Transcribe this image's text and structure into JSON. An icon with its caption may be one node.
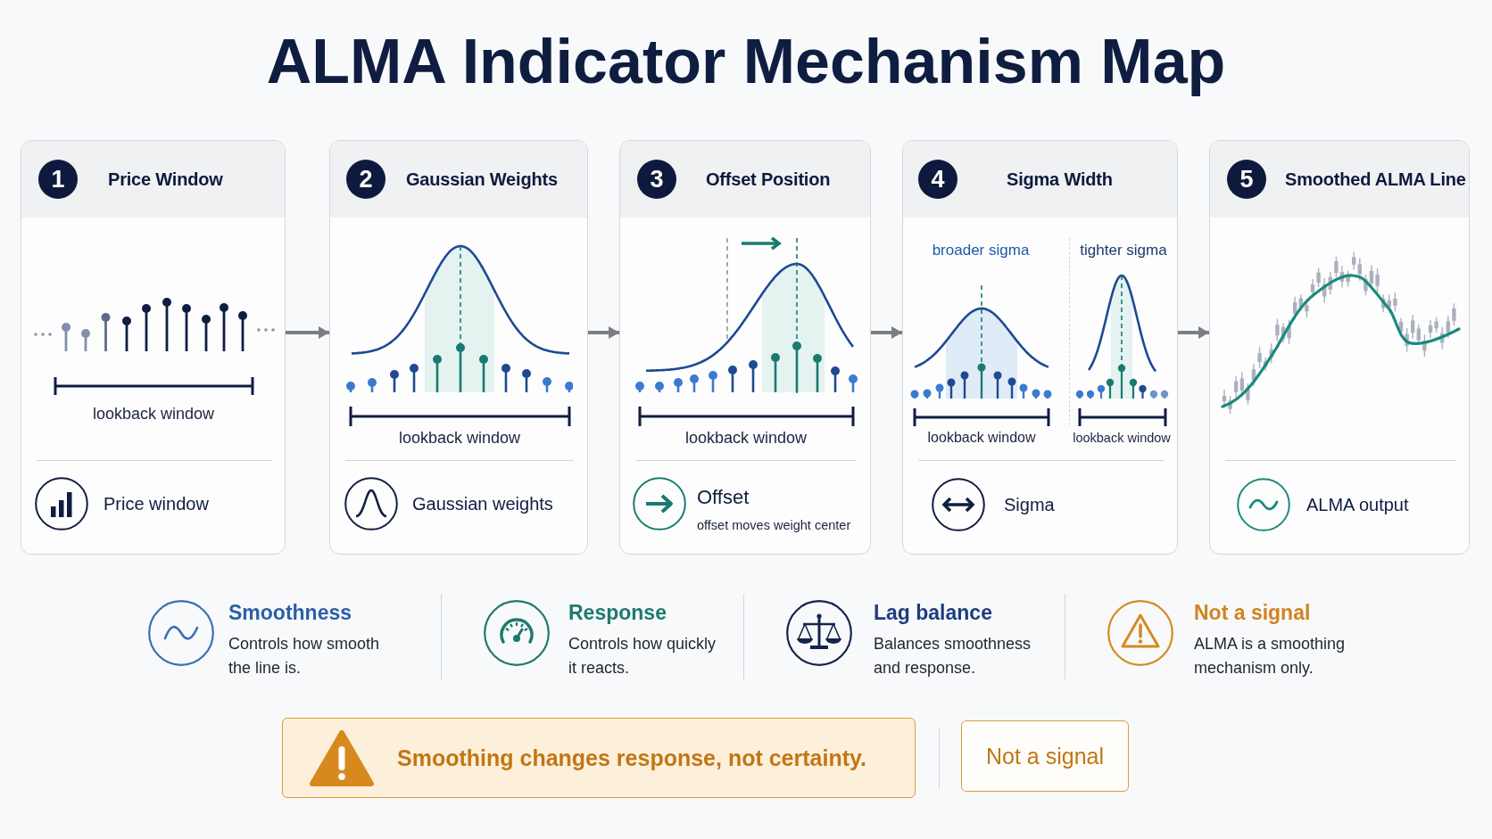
{
  "diagram": {
    "title": "ALMA Indicator Mechanism Map",
    "nodes": [
      {
        "text": [
          "1",
          "Price Window",
          "lookback window",
          "Price window"
        ]
      },
      {
        "text": [
          "2",
          "Gaussian Weights",
          "lookback window",
          "Gaussian weights"
        ]
      },
      {
        "text": [
          "3",
          "Offset Position",
          "lookback window",
          "Offset",
          "offset moves weight center"
        ]
      },
      {
        "text": [
          "4",
          "Sigma Width",
          "broader sigma",
          "tighter sigma",
          "lookback window",
          "lookback window",
          "Sigma"
        ]
      },
      {
        "text": [
          "5",
          "Smoothed ALMA Line",
          "ALMA output"
        ]
      },
      {
        "text": [
          "Smoothing changes response, not certainty."
        ]
      },
      {
        "text": [
          "Not a signal"
        ]
      }
    ],
    "edges": [
      {
        "from": 0,
        "to": 1,
        "arrow": "to"
      },
      {
        "from": 1,
        "to": 2,
        "arrow": "to"
      },
      {
        "from": 2,
        "to": 3,
        "arrow": "to"
      },
      {
        "from": 3,
        "to": 4,
        "arrow": "to"
      }
    ],
    "labels": [
      "Smoothness",
      "Controls how smooth the line is.",
      "Response",
      "Controls how quickly it reacts.",
      "Lag balance",
      "Balances smoothness and response.",
      "Not a signal",
      "ALMA is a smoothing mechanism only."
    ]
  }
}
